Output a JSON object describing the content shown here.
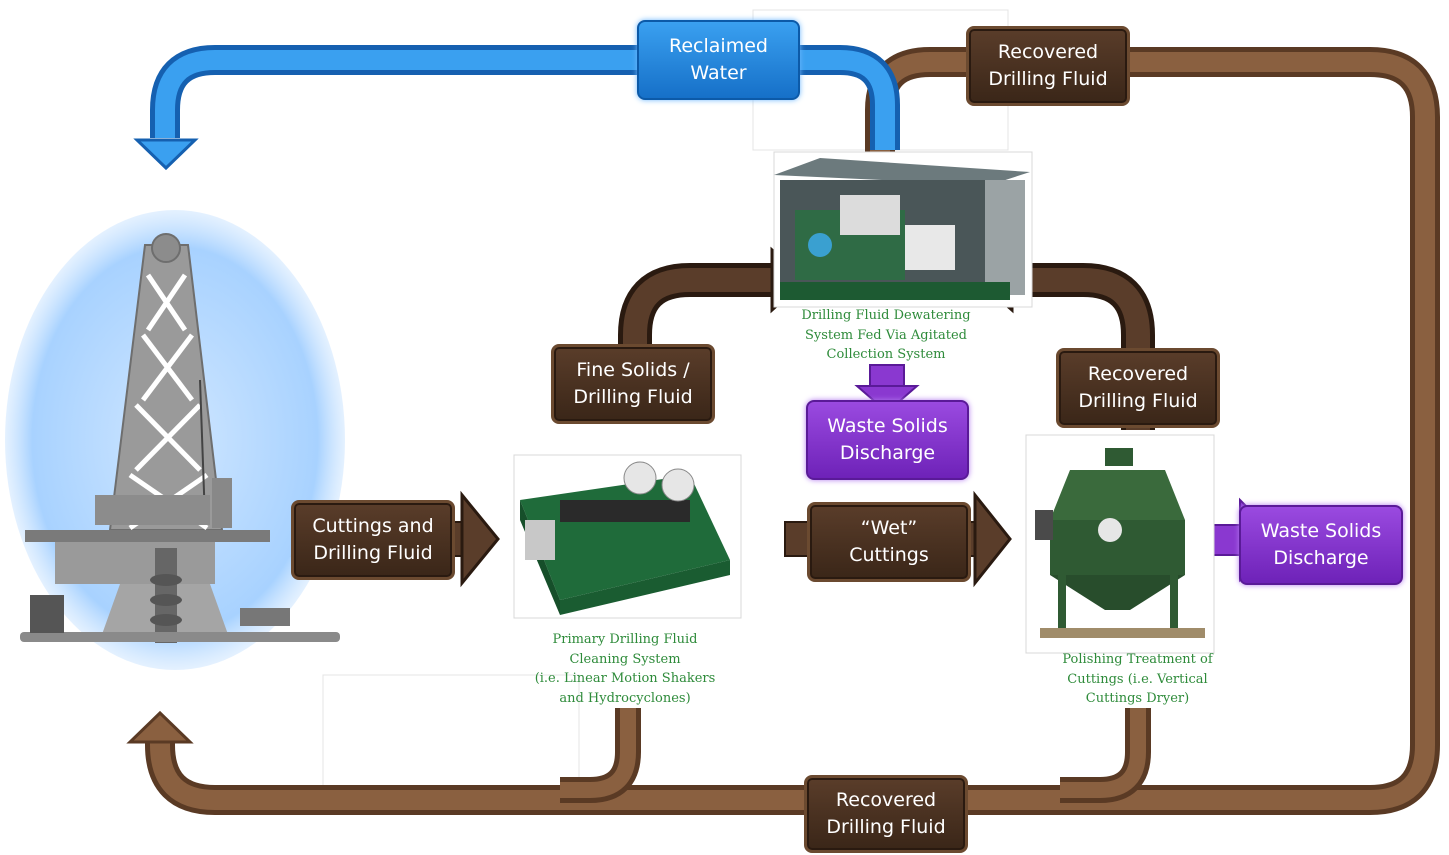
{
  "labels": {
    "reclaimed_water": [
      "Reclaimed",
      "Water"
    ],
    "recovered_top": [
      "Recovered",
      "Drilling Fluid"
    ],
    "fine_solids": [
      "Fine Solids /",
      "Drilling Fluid"
    ],
    "recovered_right": [
      "Recovered",
      "Drilling Fluid"
    ],
    "waste_center": [
      "Waste Solids",
      "Discharge"
    ],
    "cuttings_fluid": [
      "Cuttings and",
      "Drilling Fluid"
    ],
    "wet_cuttings": [
      "“Wet”",
      "Cuttings"
    ],
    "waste_right": [
      "Waste Solids",
      "Discharge"
    ],
    "recovered_bottom": [
      "Recovered",
      "Drilling Fluid"
    ]
  },
  "captions": {
    "dewatering": [
      "Drilling Fluid Dewatering",
      "System Fed Via Agitated",
      "Collection System"
    ],
    "primary": [
      "Primary Drilling Fluid",
      "Cleaning System",
      "(i.e. Linear Motion Shakers",
      "and Hydrocyclones)"
    ],
    "polishing": [
      "Polishing Treatment of",
      "Cuttings (i.e. Vertical",
      "Cuttings Dryer)"
    ]
  },
  "colors": {
    "brown_flow": "#7a5438",
    "dark_box": "#3d2819",
    "blue_flow": "#2a8de8",
    "purple": "#8a38d0",
    "caption_green": "#2e8b3a"
  },
  "icons": {
    "rig": "drilling-rig-icon",
    "dewatering_unit": "dewatering-unit-photo",
    "shaker": "shaker-photo",
    "dryer": "cuttings-dryer-photo"
  }
}
